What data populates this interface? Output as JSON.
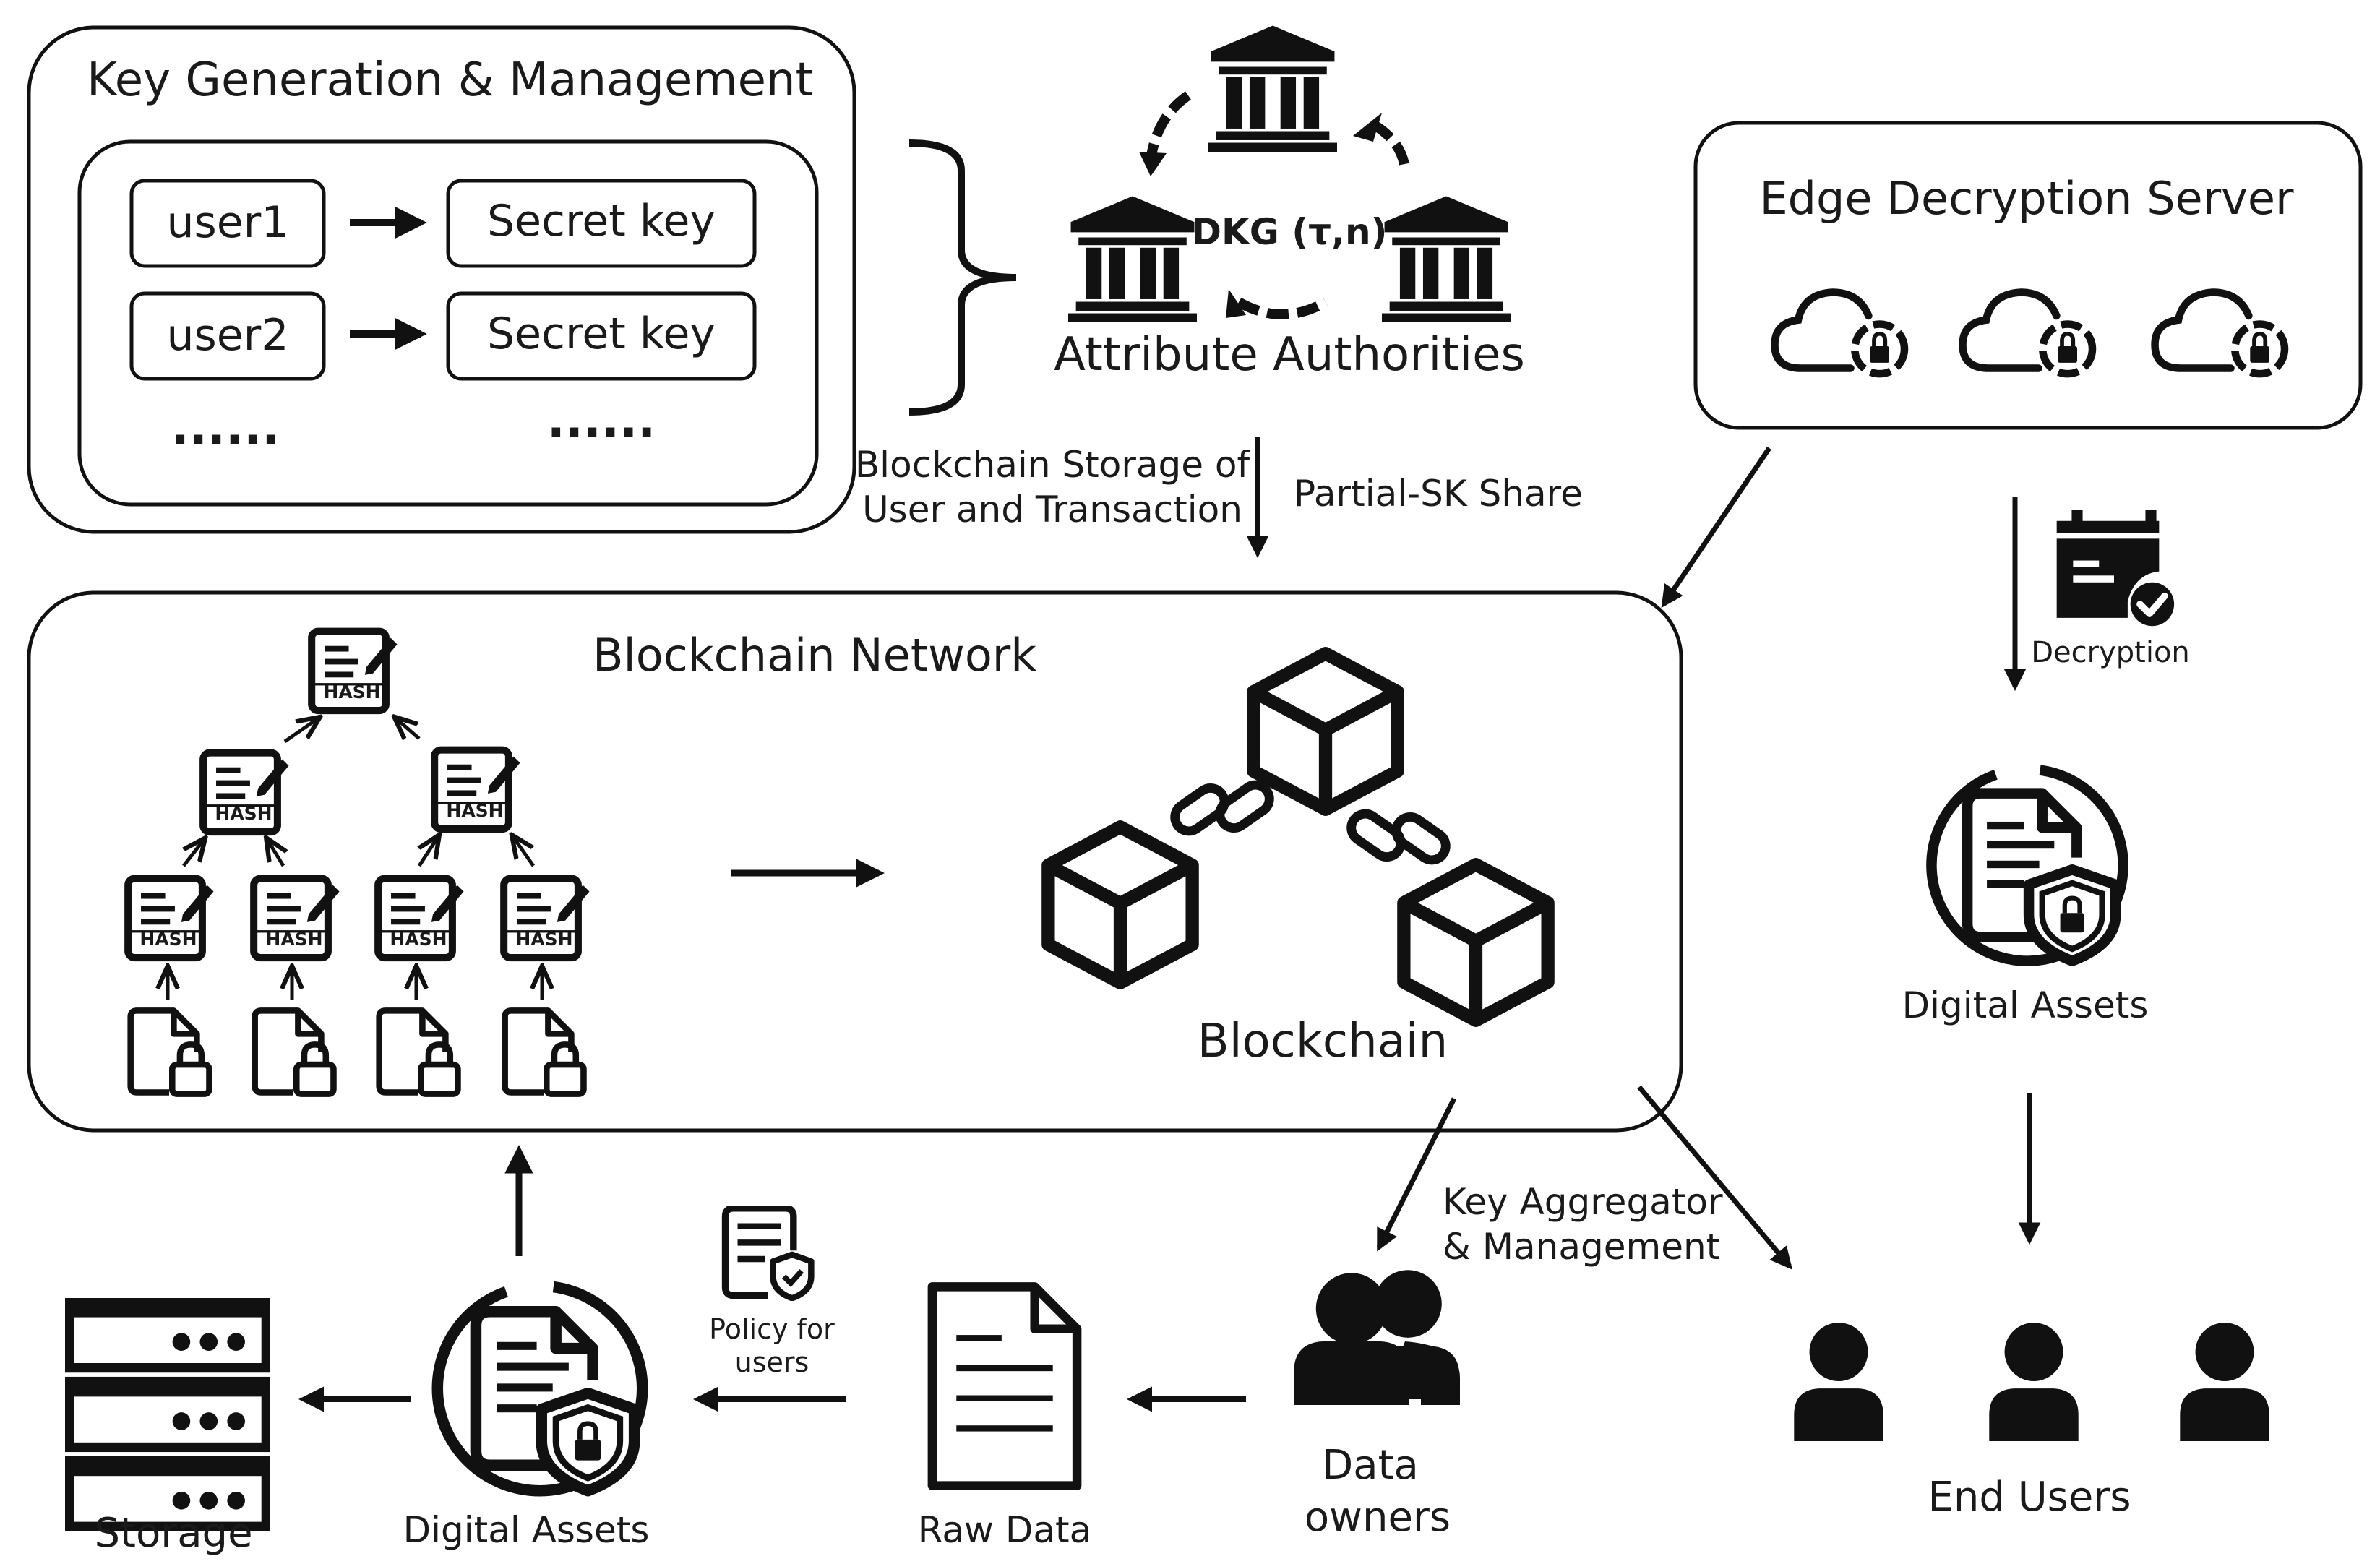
{
  "key_management": {
    "title": "Key Generation & Management",
    "rows": [
      {
        "user": "user1",
        "key": "Secret key"
      },
      {
        "user": "user2",
        "key": "Secret key"
      }
    ],
    "ellipsis_left": "......",
    "ellipsis_right": "......"
  },
  "authorities": {
    "dkg_label": "DKG (τ,n)",
    "title": "Attribute Authorities"
  },
  "edge_server": {
    "title": "Edge Decryption Server"
  },
  "flow_labels": {
    "storage_line1": "Blockchain Storage of",
    "storage_line2": "User and Transaction",
    "partial_sk": "Partial-SK Share",
    "decryption": "Decryption",
    "key_agg_line1": "Key Aggregator",
    "key_agg_line2": "& Management",
    "policy_line1": "Policy for",
    "policy_line2": "users"
  },
  "blockchain_network": {
    "title": "Blockchain Network",
    "hash_label": "HASH",
    "blockchain_label": "Blockchain"
  },
  "bottom": {
    "storage": "Storage",
    "digital_assets": "Digital Assets",
    "raw_data": "Raw Data",
    "data_owners_line1": "Data",
    "data_owners_line2": "owners",
    "end_users": "End Users"
  },
  "right_column": {
    "digital_assets": "Digital Assets"
  }
}
